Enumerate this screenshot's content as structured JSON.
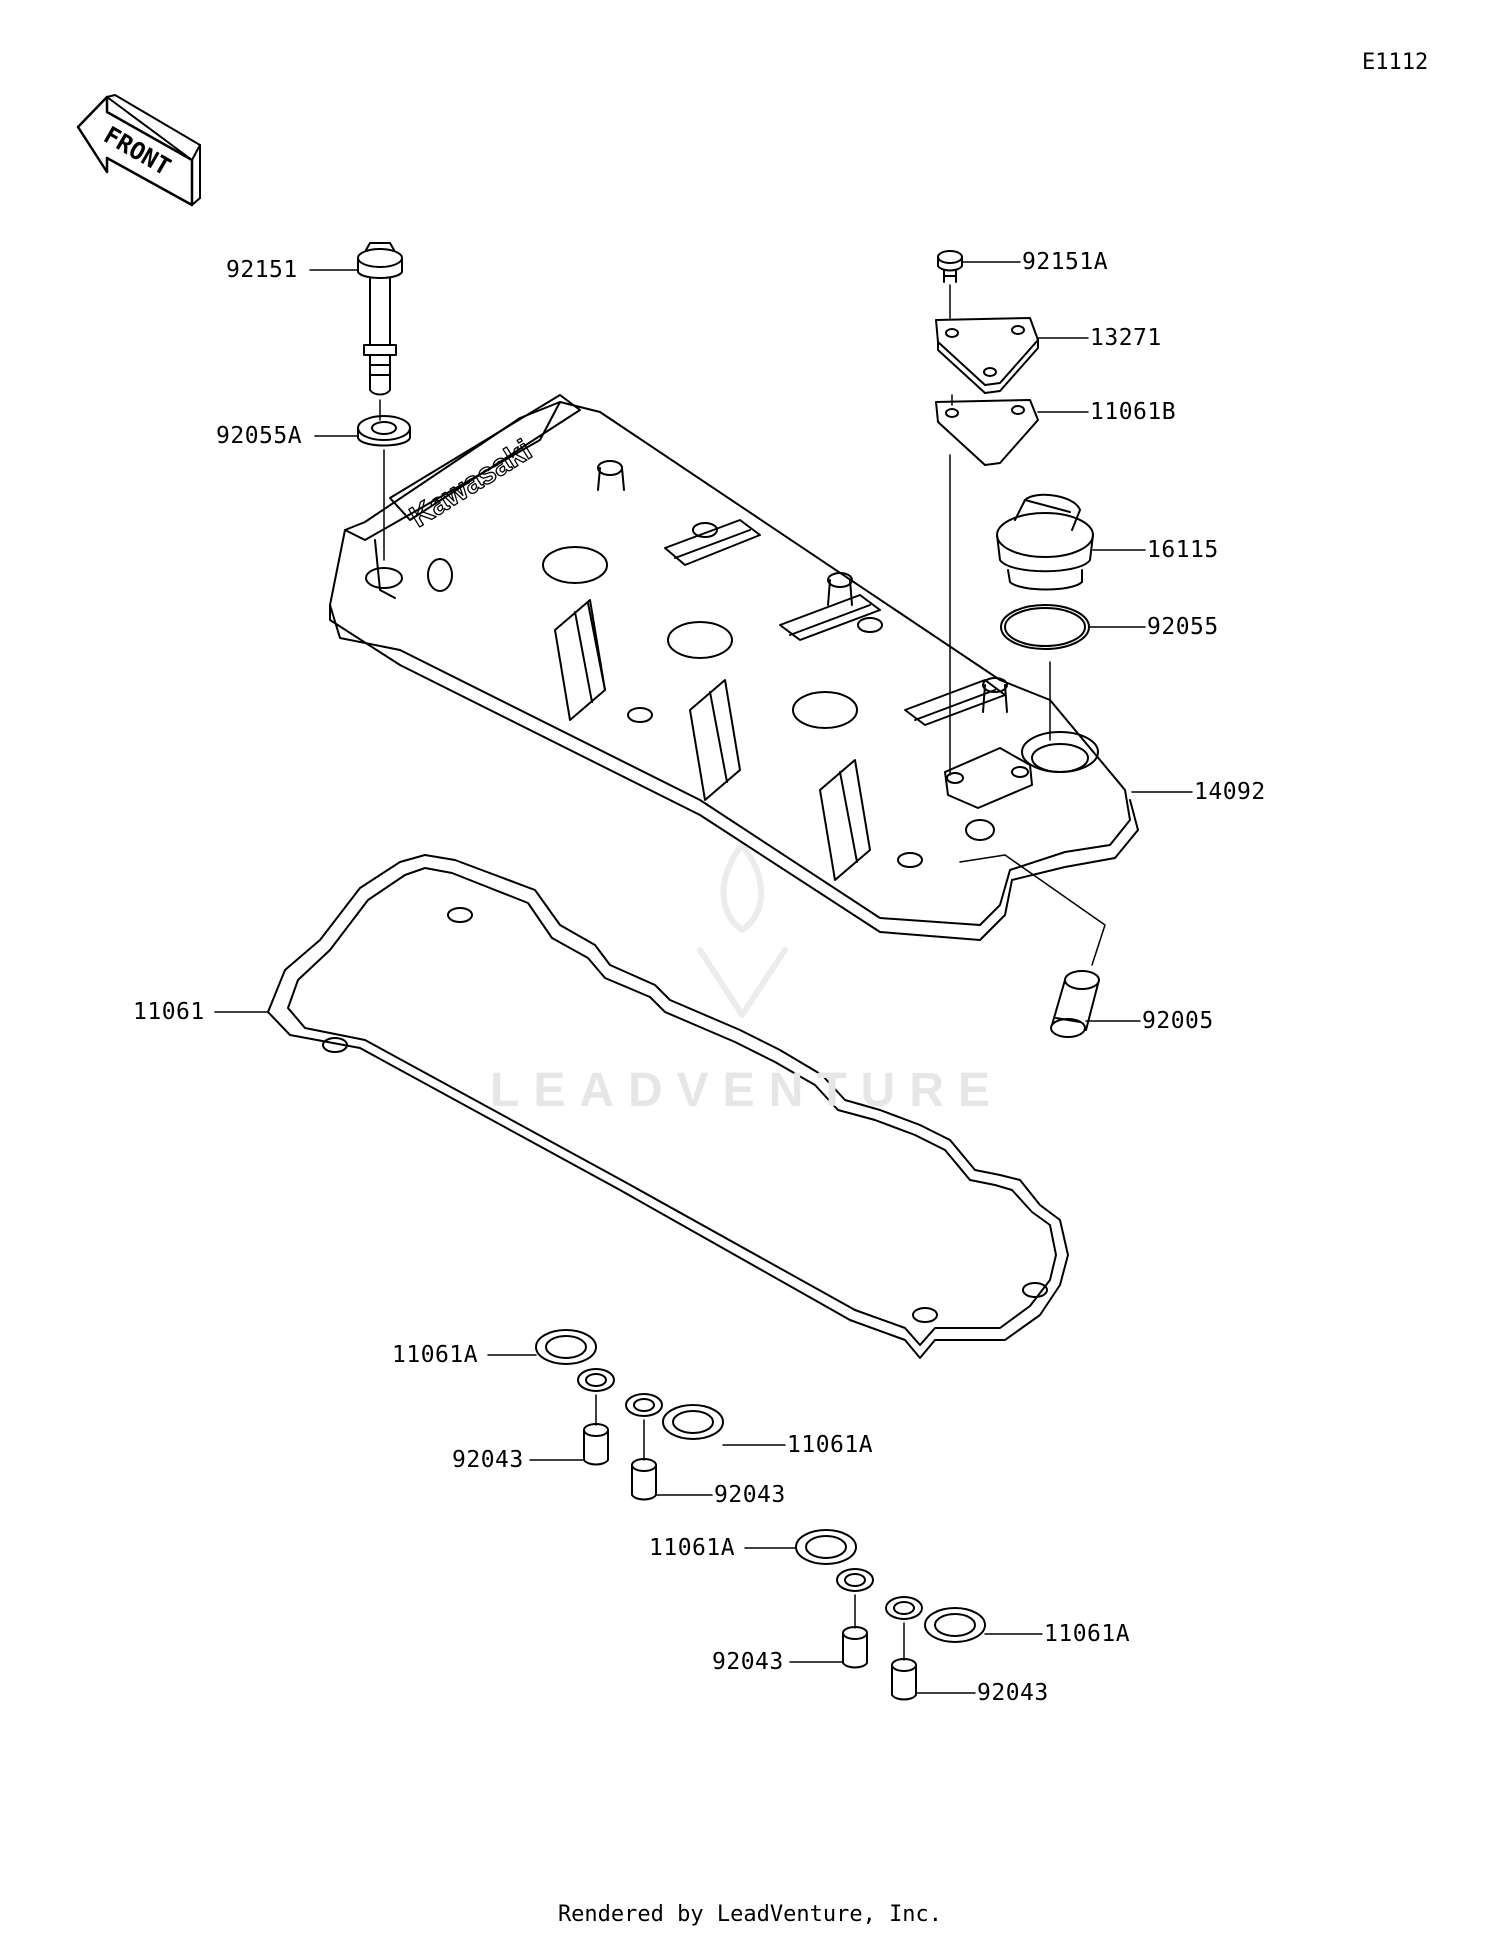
{
  "diagram_code": "E1112",
  "front_label": "FRONT",
  "brand_mark": "Kawasaki",
  "watermark": "LEADVENTURE",
  "footer": "Rendered by LeadVenture, Inc.",
  "parts": [
    {
      "key": "p92151",
      "label": "92151"
    },
    {
      "key": "p92055A",
      "label": "92055A"
    },
    {
      "key": "p92151A",
      "label": "92151A"
    },
    {
      "key": "p13271",
      "label": "13271"
    },
    {
      "key": "p11061B",
      "label": "11061B"
    },
    {
      "key": "p16115",
      "label": "16115"
    },
    {
      "key": "p92055",
      "label": "92055"
    },
    {
      "key": "p14092",
      "label": "14092"
    },
    {
      "key": "p92005",
      "label": "92005"
    },
    {
      "key": "p11061",
      "label": "11061"
    },
    {
      "key": "p11061A_1",
      "label": "11061A"
    },
    {
      "key": "p92043_1",
      "label": "92043"
    },
    {
      "key": "p11061A_2",
      "label": "11061A"
    },
    {
      "key": "p92043_2",
      "label": "92043"
    },
    {
      "key": "p11061A_3",
      "label": "11061A"
    },
    {
      "key": "p92043_3",
      "label": "92043"
    },
    {
      "key": "p11061A_4",
      "label": "11061A"
    },
    {
      "key": "p92043_4",
      "label": "92043"
    }
  ]
}
